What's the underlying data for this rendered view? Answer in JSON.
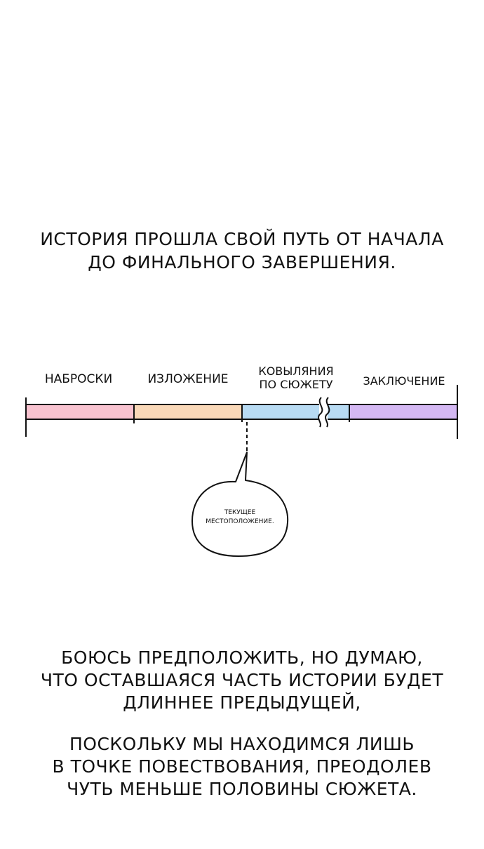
{
  "caption_top": {
    "line1": "История прошла свой путь от начала",
    "line2": "до финального завершения."
  },
  "timeline": {
    "segments": [
      {
        "label": "наброски",
        "color": "#f8c3d0"
      },
      {
        "label": "изложение",
        "color": "#f9d8b8"
      },
      {
        "label_line1": "ковыляния",
        "label_line2": "по сюжету",
        "color": "#b8dbf3"
      },
      {
        "label": "заключение",
        "color": "#d4b8f3"
      }
    ],
    "marker_text_line1": "Текущее",
    "marker_text_line2": "местоположение."
  },
  "caption_bottom_1": {
    "line1": "Боюсь предположить, но думаю,",
    "line2": "что оставшаяся часть истории будет",
    "line3": "длиннее предыдущей,"
  },
  "caption_bottom_2": {
    "line1": "поскольку мы находимся лишь",
    "line2": "в точке повествования, преодолев",
    "line3": "чуть меньше половины сюжета."
  }
}
